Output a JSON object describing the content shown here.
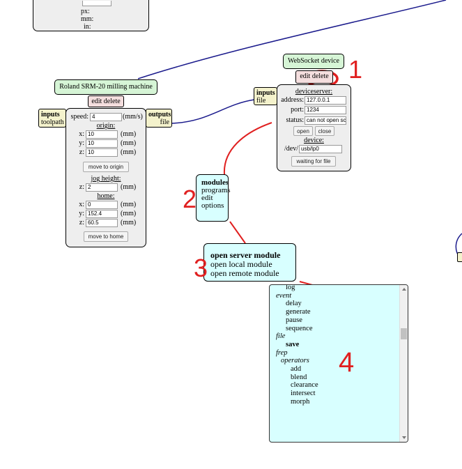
{
  "top_panel": {
    "lines": [
      "px:",
      "mm:",
      "in:"
    ]
  },
  "roland": {
    "title": "Roland SRM-20 milling machine",
    "edit_delete": "edit delete",
    "inputs": {
      "label": "inputs",
      "port": "toolpath"
    },
    "outputs": {
      "label": "outputs",
      "port": "file"
    },
    "speed_label": "speed:",
    "speed_value": "4",
    "speed_unit": "(mm/s)",
    "origin_header": "origin:",
    "origin": [
      {
        "axis": "x:",
        "value": "10",
        "unit": "(mm)"
      },
      {
        "axis": "y:",
        "value": "10",
        "unit": "(mm)"
      },
      {
        "axis": "z:",
        "value": "10",
        "unit": "(mm)"
      }
    ],
    "move_to_origin": "move to origin",
    "jog_header": "jog height:",
    "jog": {
      "axis": "z:",
      "value": "2",
      "unit": "(mm)"
    },
    "home_header": "home:",
    "home": [
      {
        "axis": "x:",
        "value": "0",
        "unit": "(mm)"
      },
      {
        "axis": "y:",
        "value": "152.4",
        "unit": "(mm)"
      },
      {
        "axis": "z:",
        "value": "60.5",
        "unit": "(mm)"
      }
    ],
    "move_to_home": "move to home"
  },
  "websocket": {
    "title": "WebSocket device",
    "edit": "edit",
    "delete": "delete",
    "inputs": {
      "label": "inputs",
      "port": "file"
    },
    "server_header": "deviceserver:",
    "address_label": "address:",
    "address_value": "127.0.0.1",
    "port_label": "port:",
    "port_value": "1234",
    "status_label": "status:",
    "status_value": "can not open sc",
    "open": "open",
    "close": "close",
    "device_header": "device:",
    "dev_label": "/dev/",
    "dev_value": "usb/lp0",
    "waiting": "waiting for file"
  },
  "menu2": {
    "items": [
      "modules",
      "programs",
      "edit",
      "options"
    ]
  },
  "menu3": {
    "items": [
      "open server module",
      "open local module",
      "open remote module"
    ]
  },
  "list4": {
    "items": [
      {
        "text": "log",
        "style": "normal",
        "indent": 1
      },
      {
        "text": "event",
        "style": "italic",
        "indent": 0
      },
      {
        "text": "delay",
        "style": "normal",
        "indent": 1
      },
      {
        "text": "generate",
        "style": "normal",
        "indent": 1
      },
      {
        "text": "pause",
        "style": "normal",
        "indent": 1
      },
      {
        "text": "sequence",
        "style": "normal",
        "indent": 1
      },
      {
        "text": "file",
        "style": "italic",
        "indent": 0
      },
      {
        "text": "save",
        "style": "bold",
        "indent": 1
      },
      {
        "text": "frep",
        "style": "italic",
        "indent": 0
      },
      {
        "text": "operators",
        "style": "italic",
        "indent": 0.5
      },
      {
        "text": "add",
        "style": "normal",
        "indent": 1.5
      },
      {
        "text": "blend",
        "style": "normal",
        "indent": 1.5
      },
      {
        "text": "clearance",
        "style": "normal",
        "indent": 1.5
      },
      {
        "text": "intersect",
        "style": "normal",
        "indent": 1.5
      },
      {
        "text": "morph",
        "style": "normal",
        "indent": 1.5
      }
    ]
  },
  "step_labels": [
    "1",
    "2",
    "3",
    "4"
  ],
  "colors": {
    "wire_blue": "#1a1a8c",
    "callout_red": "#e02020",
    "menu_bg": "#d8ffff",
    "title_green": "#d6f5d6"
  }
}
